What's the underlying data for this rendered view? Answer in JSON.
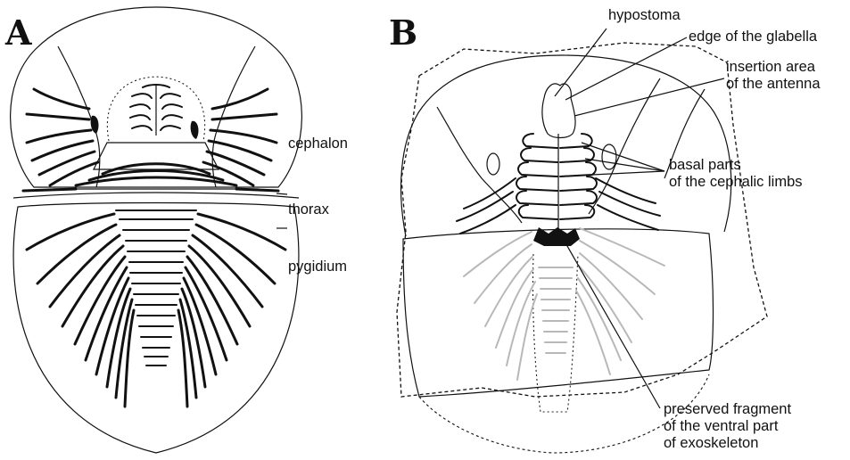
{
  "panels": {
    "a": {
      "letter": "A"
    },
    "b": {
      "letter": "B"
    }
  },
  "labels_a": {
    "cephalon": "cephalon",
    "thorax": "thorax",
    "pygidium": "pygidium"
  },
  "labels_b": {
    "hypostoma": "hypostoma",
    "glabella_edge": "edge of the glabella",
    "insertion_line1": "insertion area",
    "insertion_line2": "of the antenna",
    "basal_line1": "basal parts",
    "basal_line2": "of the cephalic limbs",
    "fragment_line1": "preserved fragment",
    "fragment_line2": "of the ventral part",
    "fragment_line3": "of exoskeleton"
  }
}
